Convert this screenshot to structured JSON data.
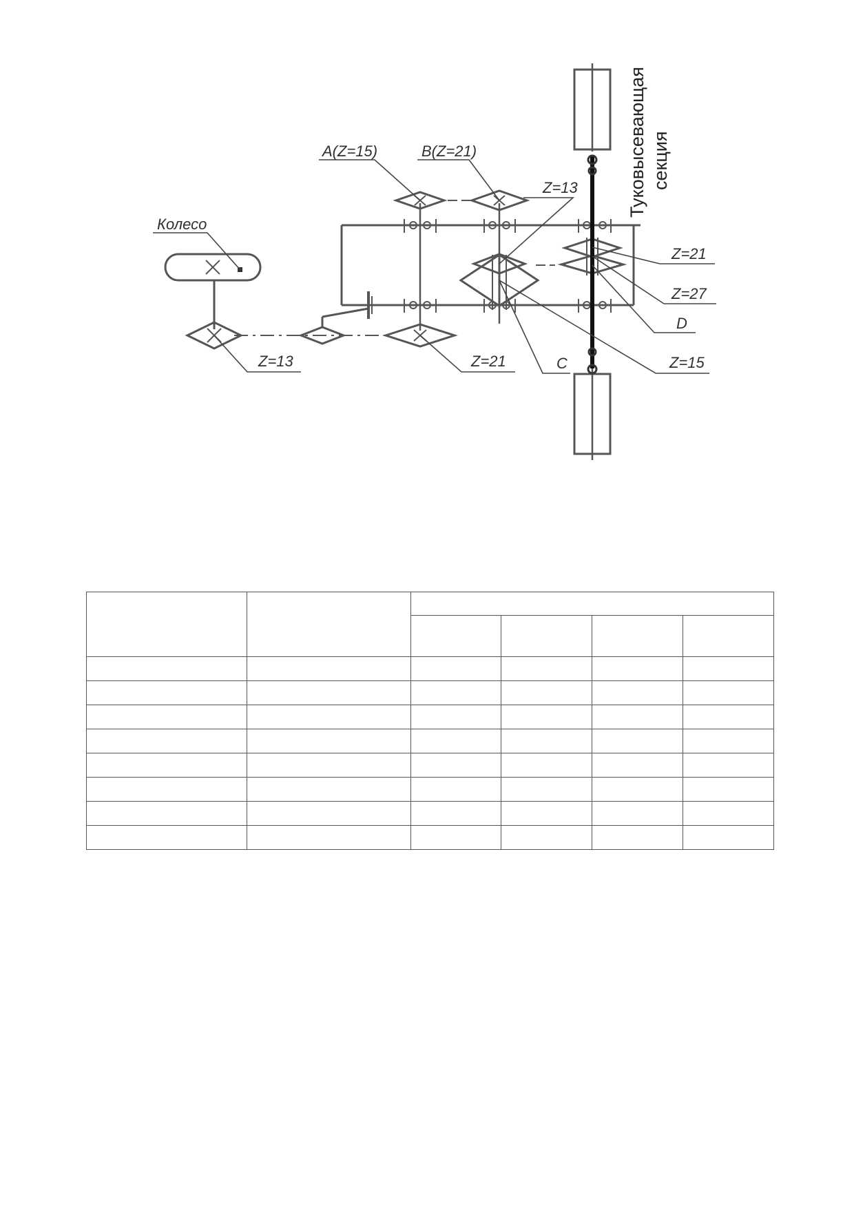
{
  "labels": {
    "wheel": "Колесо",
    "gear_a": "A(Z=15)",
    "gear_b": "B(Z=21)",
    "z13_upper": "Z=13",
    "z21_right": "Z=21",
    "z27": "Z=27",
    "d": "D",
    "z15": "Z=15",
    "c": "C",
    "z21_lower": "Z=21",
    "z13_lower": "Z=13"
  },
  "section_title": {
    "line1": "Туковысевающая",
    "line2": "секция"
  },
  "table": {
    "header": [
      "",
      "",
      ""
    ],
    "subheader": [
      "",
      "",
      "",
      ""
    ],
    "rows": [
      [
        "",
        "",
        "",
        "",
        "",
        ""
      ],
      [
        "",
        "",
        "",
        "",
        "",
        ""
      ],
      [
        "",
        "",
        "",
        "",
        "",
        ""
      ],
      [
        "",
        "",
        "",
        "",
        "",
        ""
      ],
      [
        "",
        "",
        "",
        "",
        "",
        ""
      ],
      [
        "",
        "",
        "",
        "",
        "",
        ""
      ],
      [
        "",
        "",
        "",
        "",
        "",
        ""
      ],
      [
        "",
        "",
        "",
        "",
        "",
        ""
      ]
    ]
  },
  "colors": {
    "line": "#555555",
    "shaft": "#111111"
  }
}
